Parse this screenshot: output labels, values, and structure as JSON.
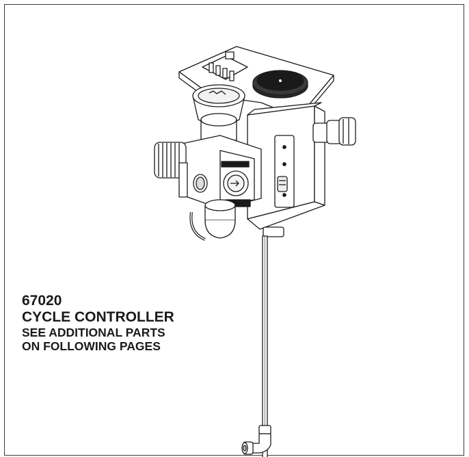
{
  "caption": {
    "part_number": "67020",
    "title": "CYCLE CONTROLLER",
    "note_line_1": "SEE ADDITIONAL PARTS",
    "note_line_2": "ON FOLLOWING PAGES"
  },
  "illustration": {
    "subject": "cycle-controller-assembly",
    "line_color": "#1a1a1a"
  }
}
